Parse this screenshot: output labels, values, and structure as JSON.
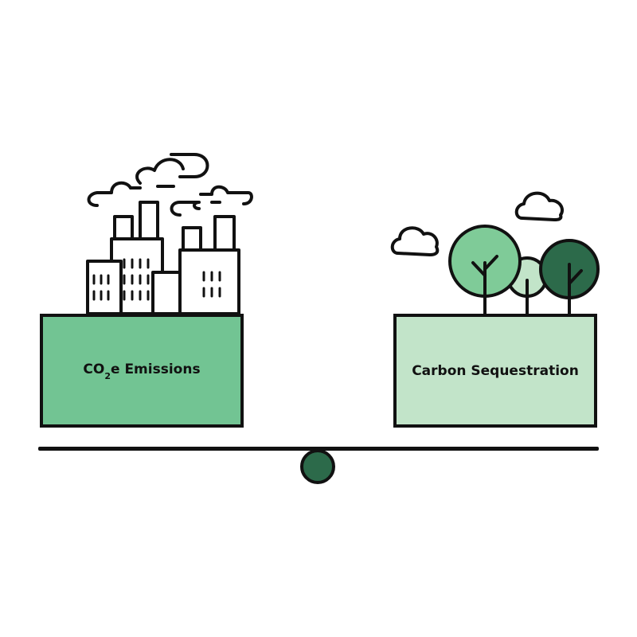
{
  "left_box": {
    "label_prefix": "CO",
    "label_sub": "2",
    "label_suffix": "e Emissions",
    "fill": "#72c493"
  },
  "right_box": {
    "label": "Carbon Sequestration",
    "fill": "#c2e4c9"
  },
  "colors": {
    "outline": "#111111",
    "fulcrum": "#2c6a4a",
    "tree_light": "#7fcb98",
    "tree_pale": "#c2e4c9",
    "tree_dark": "#2c6a4a",
    "building": "#ffffff"
  },
  "icons": {
    "left": "factory-icon",
    "right": "trees-icon",
    "clouds": "cloud-icon",
    "smoke": "smoke-icon"
  }
}
